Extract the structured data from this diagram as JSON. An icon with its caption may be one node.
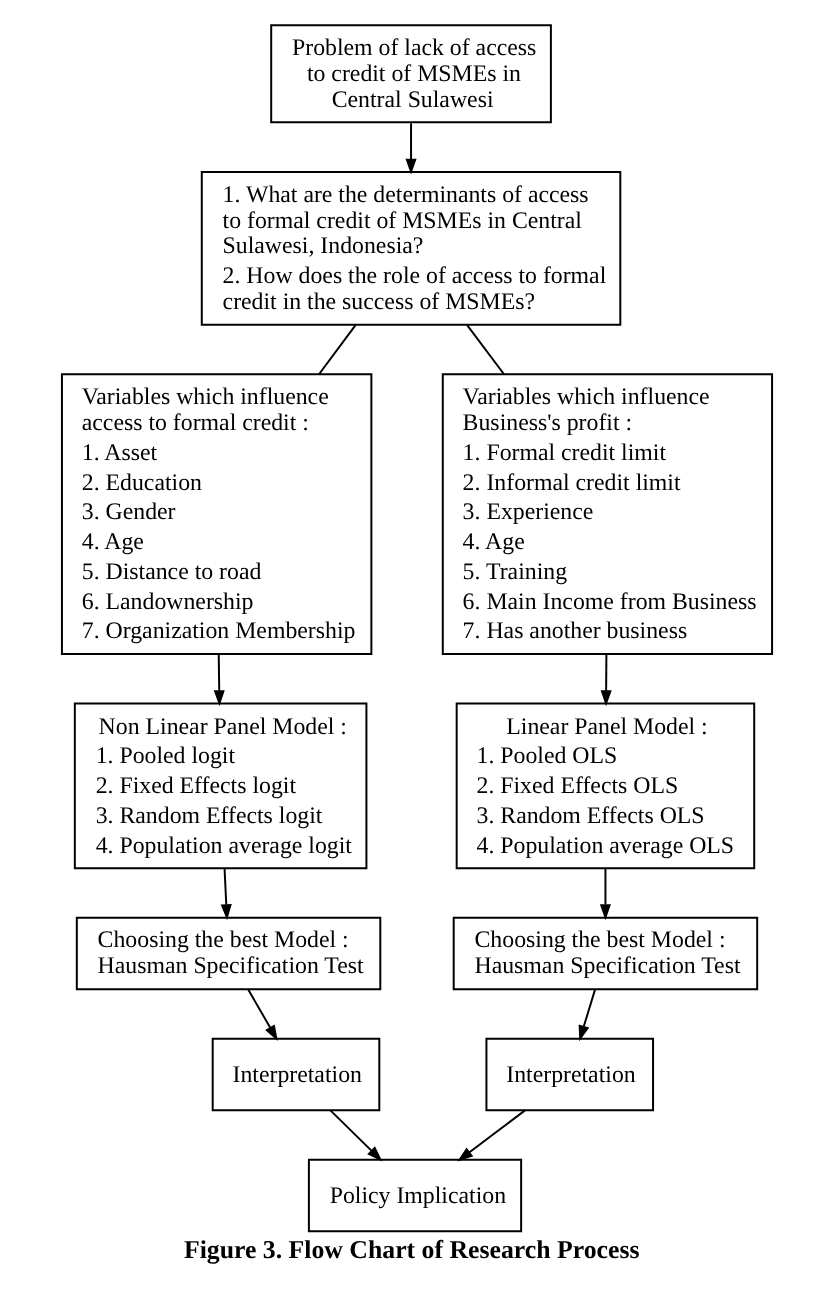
{
  "diagram": {
    "caption": "Figure 3. Flow Chart of Research Process",
    "nodes": [
      {
        "text": [
          "Problem of lack of access to credit of MSMEs in Central Sulawesi"
        ]
      },
      {
        "text": [
          "1. What are the determinants of access to formal credit of MSMEs in Central Sulawesi, Indonesia?",
          "2. How does the role of access to formal credit in the success of MSMEs?"
        ]
      },
      {
        "text": [
          "Variables which influence access to formal credit :",
          "1. Asset",
          "2. Education",
          "3. Gender",
          "4. Age",
          "5. Distance to road",
          "6. Landownership",
          "7. Organization Membership"
        ]
      },
      {
        "text": [
          "Variables which influence Business's profit :",
          "1. Formal credit limit",
          "2. Informal credit limit",
          "3. Experience",
          "4. Age",
          "5. Training",
          "6. Main Income from Business",
          "7. Has another business"
        ]
      },
      {
        "text": [
          "Non Linear Panel Model :",
          "1. Pooled logit",
          "2. Fixed Effects logit",
          "3. Random Effects logit",
          "4. Population average logit"
        ]
      },
      {
        "text": [
          "Linear Panel Model :",
          "1. Pooled OLS",
          "2. Fixed Effects OLS",
          "3. Random Effects OLS",
          "4. Population average OLS"
        ]
      },
      {
        "text": [
          "Choosing the best Model : Hausman Specification Test"
        ]
      },
      {
        "text": [
          "Choosing the best Model : Hausman Specification Test"
        ]
      },
      {
        "text": [
          "Interpretation"
        ]
      },
      {
        "text": [
          "Interpretation"
        ]
      },
      {
        "text": [
          "Policy Implication"
        ]
      }
    ],
    "edges": [
      {
        "from": 0,
        "to": 1,
        "arrow": "to"
      },
      {
        "from": 1,
        "to": 2,
        "arrow": "none"
      },
      {
        "from": 1,
        "to": 3,
        "arrow": "none"
      },
      {
        "from": 2,
        "to": 4,
        "arrow": "to"
      },
      {
        "from": 3,
        "to": 5,
        "arrow": "to"
      },
      {
        "from": 4,
        "to": 6,
        "arrow": "to"
      },
      {
        "from": 5,
        "to": 7,
        "arrow": "to"
      },
      {
        "from": 6,
        "to": 8,
        "arrow": "to"
      },
      {
        "from": 7,
        "to": 9,
        "arrow": "to"
      },
      {
        "from": 8,
        "to": 10,
        "arrow": "to"
      },
      {
        "from": 9,
        "to": 10,
        "arrow": "to"
      }
    ]
  }
}
